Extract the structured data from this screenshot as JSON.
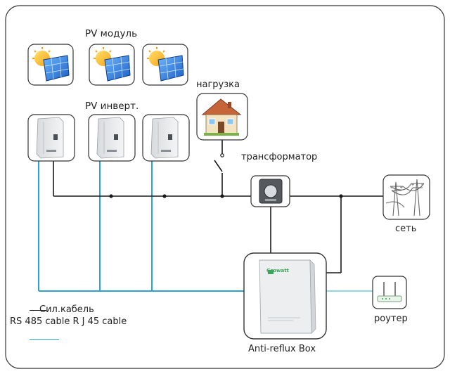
{
  "labels": {
    "pv_module": "PV модуль",
    "pv_inverter": "PV инверт.",
    "load": "нагрузка",
    "transformer": "трансформатор",
    "grid": "сеть",
    "router": "роутер",
    "anti_reflux_box": "Anti-reflux Box",
    "box_brand": "Growatt"
  },
  "legend": {
    "power_cable": "Сил.кабель",
    "comm_cable": "RS 485 cable R J 45 cable"
  },
  "colors": {
    "power_line": "#1a1a1a",
    "comm_line": "#2aa4d6",
    "router_line": "#7fd3e8",
    "frame": "#333333"
  },
  "icons": {
    "pv_module": "solar-panel-icon",
    "pv_inverter": "inverter-icon",
    "load": "house-icon",
    "transformer": "current-transformer-icon",
    "grid": "power-tower-icon",
    "router": "router-icon",
    "anti_reflux_box": "cabinet-icon"
  }
}
